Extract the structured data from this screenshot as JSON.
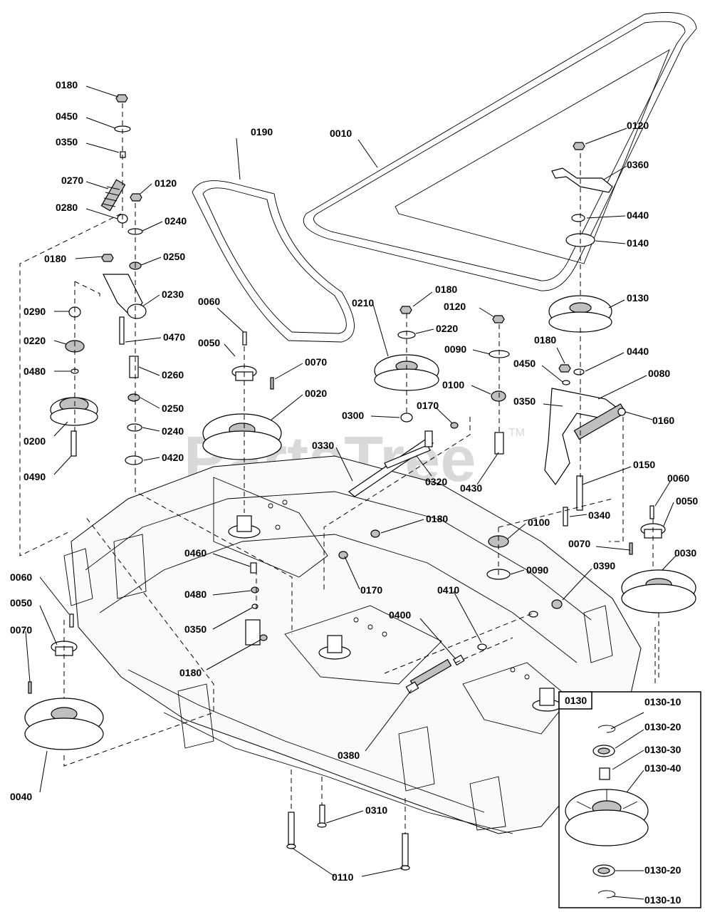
{
  "watermark": {
    "text": "PartsTree",
    "tm": "TM"
  },
  "inset": {
    "title": "0130"
  },
  "callouts": {
    "c0010": "0010",
    "c0190": "0190",
    "c0180a": "0180",
    "c0450a": "0450",
    "c0350a": "0350",
    "c0270": "0270",
    "c0120a": "0120",
    "c0280": "0280",
    "c0240a": "0240",
    "c0180b": "0180",
    "c0250a": "0250",
    "c0290": "0290",
    "c0230": "0230",
    "c0220a": "0220",
    "c0470": "0470",
    "c0480a": "0480",
    "c0260": "0260",
    "c0250b": "0250",
    "c0200": "0200",
    "c0240b": "0240",
    "c0490": "0490",
    "c0420": "0420",
    "c0060a": "0060",
    "c0050a": "0050",
    "c0070a": "0070",
    "c0020": "0020",
    "c0210": "0210",
    "c0180c": "0180",
    "c0220b": "0220",
    "c0120b": "0120",
    "c0090a": "0090",
    "c0100a": "0100",
    "c0300": "0300",
    "c0170a": "0170",
    "c0330": "0330",
    "c0320": "0320",
    "c0430": "0430",
    "c0120c": "0120",
    "c0360": "0360",
    "c0440a": "0440",
    "c0140": "0140",
    "c0130": "0130",
    "c0180d": "0180",
    "c0440b": "0440",
    "c0450b": "0450",
    "c0080": "0080",
    "c0350b": "0350",
    "c0160": "0160",
    "c0150": "0150",
    "c0340": "0340",
    "c0060b": "0060",
    "c0050b": "0050",
    "c0070b": "0070",
    "c0030": "0030",
    "c0180e": "0180",
    "c0100b": "0100",
    "c0090b": "0090",
    "c0390": "0390",
    "c0460": "0460",
    "c0480b": "0480",
    "c0350c": "0350",
    "c0170b": "0170",
    "c0410": "0410",
    "c0400": "0400",
    "c0180f": "0180",
    "c0380": "0380",
    "c0060c": "0060",
    "c0050c": "0050",
    "c0070c": "0070",
    "c0040": "0040",
    "c0310": "0310",
    "c0110": "0110",
    "c0130_10a": "0130-10",
    "c0130_20a": "0130-20",
    "c0130_30": "0130-30",
    "c0130_40": "0130-40",
    "c0130_20b": "0130-20",
    "c0130_10b": "0130-10"
  }
}
